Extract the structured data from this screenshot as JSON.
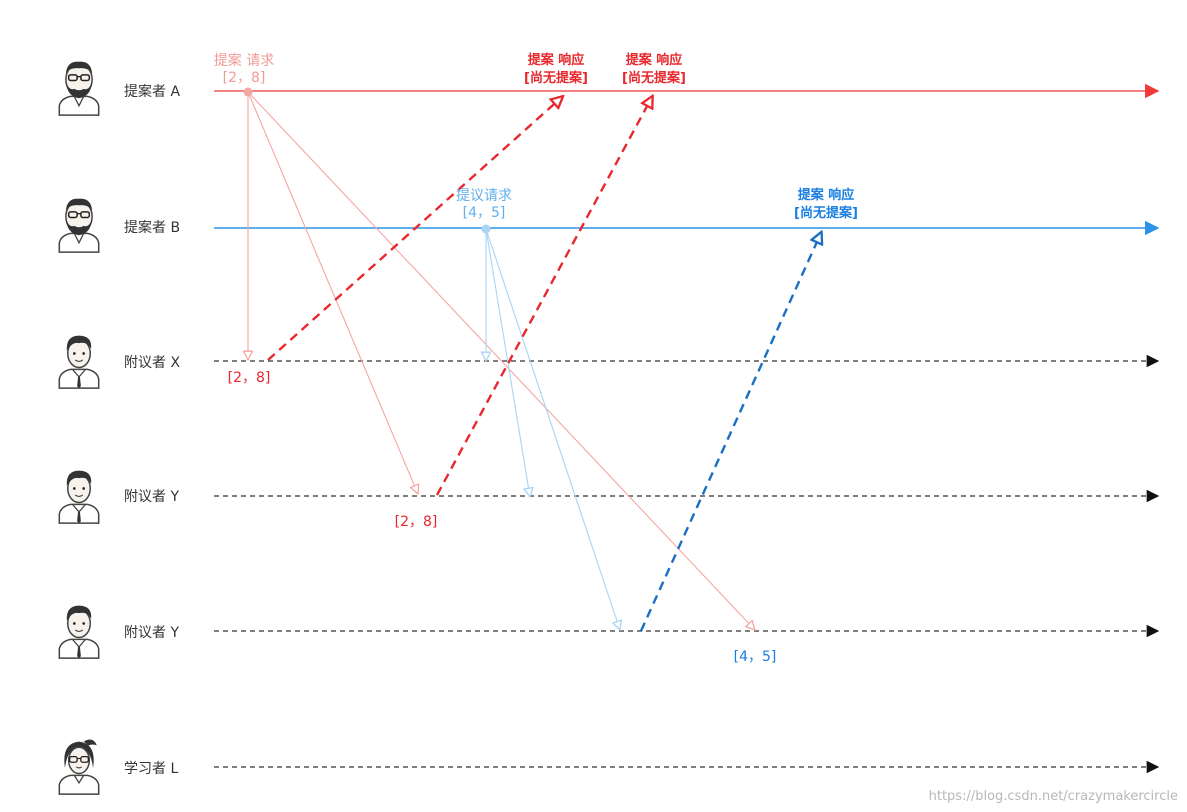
{
  "colors": {
    "red": "#e8282d",
    "red_light": "#f4a7a3",
    "red_text": "#f3625e",
    "blue": "#2b94e8",
    "blue_light": "#a9d4f3",
    "blue_dark": "#1a6fc4",
    "dash_gray": "#555555",
    "arrow_black": "#111111",
    "label_gray": "#333333",
    "watermark": "#b8b8b8"
  },
  "actors": [
    {
      "name": "提案者 A",
      "icon": "bearded-man-icon",
      "line_color": "red"
    },
    {
      "name": "提案者 B",
      "icon": "bearded-man-icon",
      "line_color": "blue"
    },
    {
      "name": "附议者 X",
      "icon": "man-with-tie-icon",
      "line_color": "dash"
    },
    {
      "name": "附议者 Y",
      "icon": "man-with-tie-icon",
      "line_color": "dash"
    },
    {
      "name": "附议者 Y",
      "icon": "man-with-tie-icon",
      "line_color": "dash"
    },
    {
      "name": "学习者 L",
      "icon": "woman-icon",
      "line_color": "dash"
    }
  ],
  "annotations": {
    "a_request_title": "提案 请求",
    "a_request_value": "[2，8]",
    "b_request_title": "提议请求",
    "b_request_value": "[4，5]",
    "resp1_title": "提案 响应",
    "resp1_body": "[尚无提案]",
    "resp2_title": "提案 响应",
    "resp2_body": "[尚无提案]",
    "resp3_title": "提案 响应",
    "resp3_body": "[尚无提案]",
    "x_value": "[2，8]",
    "y1_value": "[2，8]",
    "y2_value": "[4，5]"
  },
  "watermark": "https://blog.csdn.net/crazymakercircle"
}
